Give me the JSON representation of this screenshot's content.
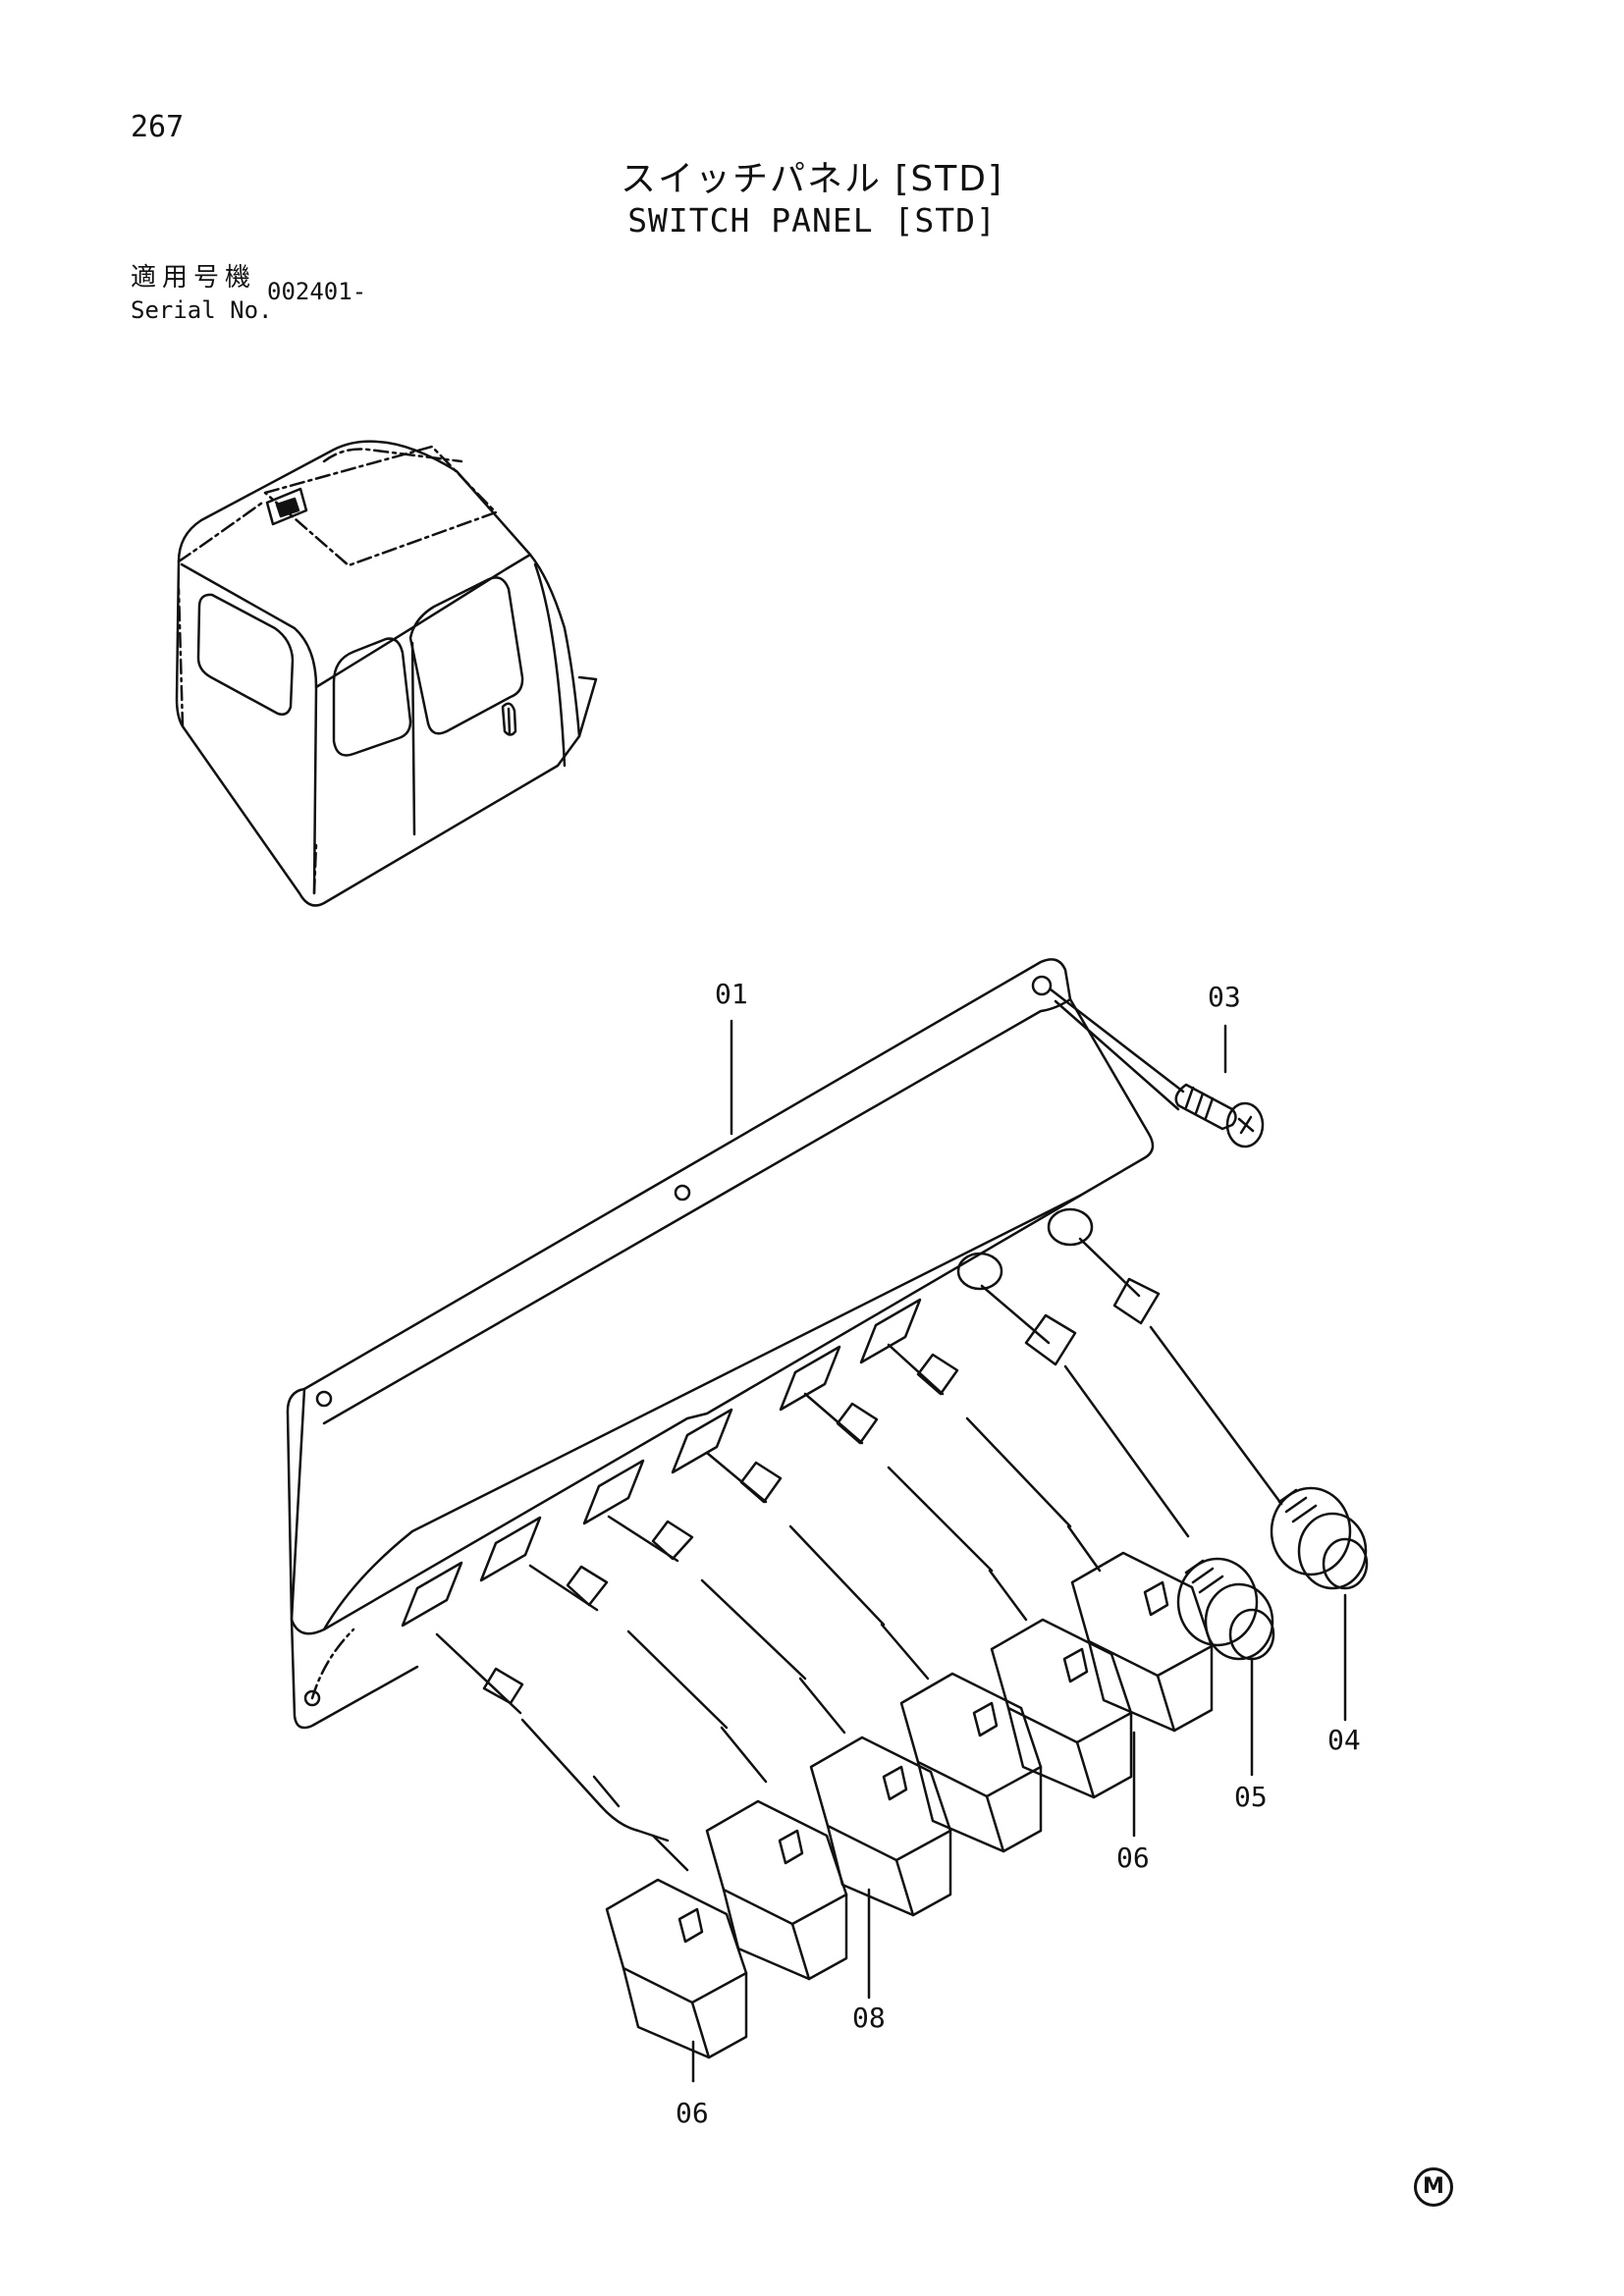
{
  "page": {
    "number": "267"
  },
  "title": {
    "ja": "スイッチパネル [STD]",
    "en": "SWITCH PANEL [STD]"
  },
  "serial": {
    "label_ja": "適用号機",
    "label_en": "Serial No.",
    "value": "002401-"
  },
  "parts": [
    {
      "id": "01"
    },
    {
      "id": "03"
    },
    {
      "id": "04"
    },
    {
      "id": "05"
    },
    {
      "id": "06"
    },
    {
      "id": "08"
    },
    {
      "id": "06"
    }
  ],
  "footer": {
    "mark": "M"
  }
}
